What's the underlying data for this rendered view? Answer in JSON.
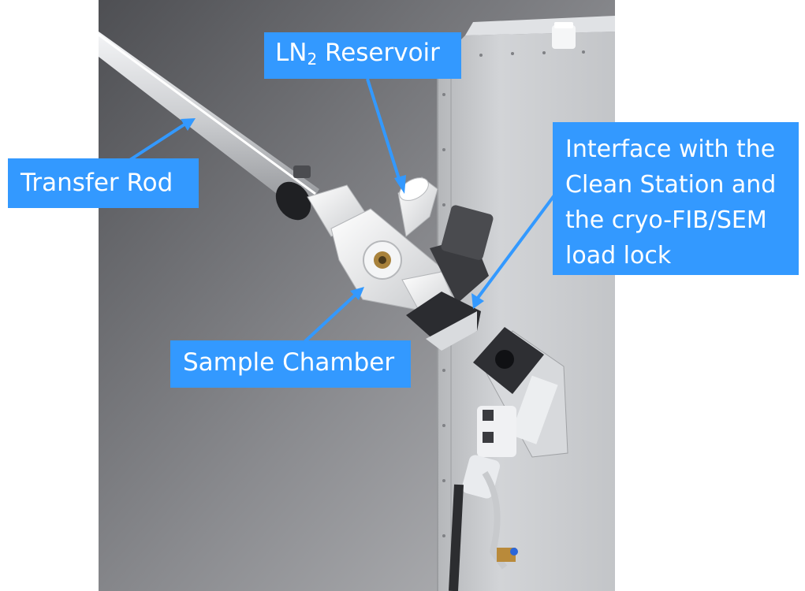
{
  "labels": {
    "ln2_prefix": "LN",
    "ln2_sub": "2",
    "ln2_suffix": " Reservoir",
    "transfer_rod": "Transfer Rod",
    "interface_lines": [
      "Interface with the",
      "Clean Station and",
      "the cryo-FIB/SEM",
      "load lock"
    ],
    "sample_chamber": "Sample Chamber"
  },
  "colors": {
    "label_bg": "#3399ff",
    "label_text": "#ffffff",
    "background_dark": "#5f6064",
    "background_light": "#b7b8bb",
    "panel": "#c6c8cb"
  }
}
